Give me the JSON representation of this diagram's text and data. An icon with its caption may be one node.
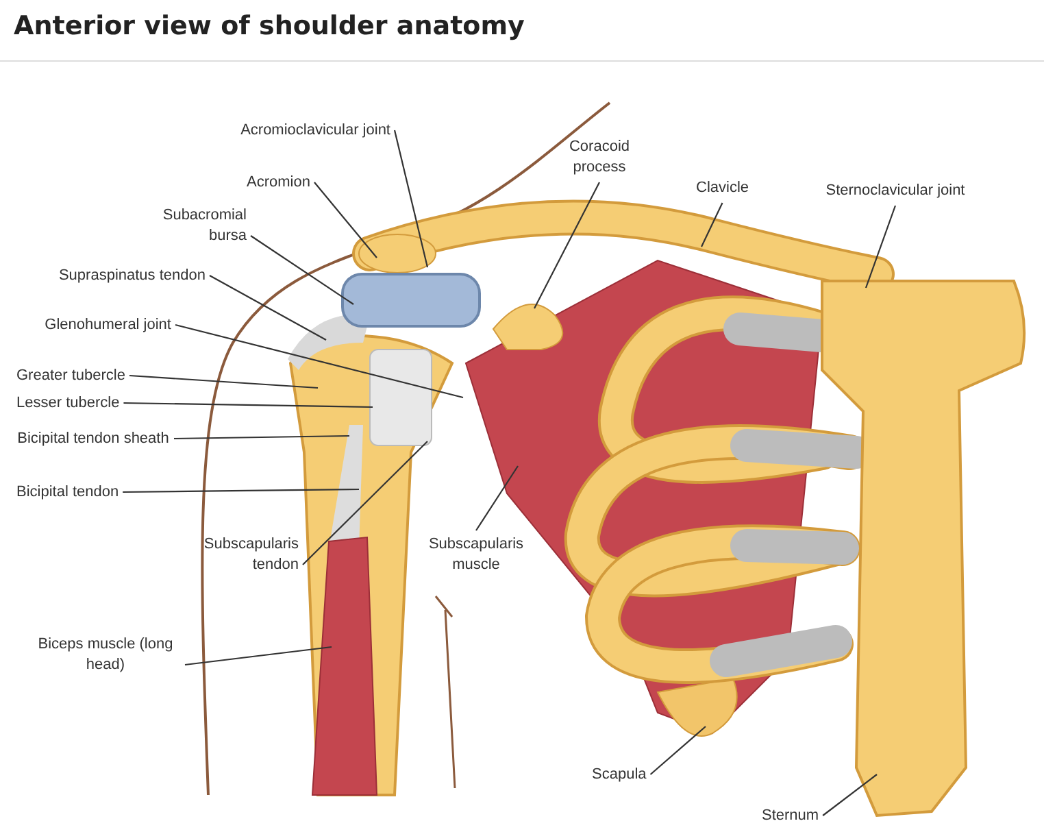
{
  "diagram": {
    "title": "Anterior view of shoulder anatomy",
    "nodes": [
      {
        "text": [
          "Acromioclavicular joint"
        ]
      },
      {
        "text": [
          "Acromion"
        ]
      },
      {
        "text": [
          "Subacromial bursa"
        ]
      },
      {
        "text": [
          "Supraspinatus tendon"
        ]
      },
      {
        "text": [
          "Glenohumeral joint"
        ]
      },
      {
        "text": [
          "Greater tubercle"
        ]
      },
      {
        "text": [
          "Lesser tubercle"
        ]
      },
      {
        "text": [
          "Bicipital tendon sheath"
        ]
      },
      {
        "text": [
          "Bicipital tendon"
        ]
      },
      {
        "text": [
          "Subscapularis tendon"
        ]
      },
      {
        "text": [
          "Subscapularis muscle"
        ]
      },
      {
        "text": [
          "Biceps muscle (long head)"
        ]
      },
      {
        "text": [
          "Coracoid process"
        ]
      },
      {
        "text": [
          "Clavicle"
        ]
      },
      {
        "text": [
          "Sternoclavicular joint"
        ]
      },
      {
        "text": [
          "Scapula"
        ]
      },
      {
        "text": [
          "Sternum"
        ]
      }
    ],
    "edges": [
      {
        "from": 0,
        "to": null,
        "arrow": "none"
      },
      {
        "from": 1,
        "to": null,
        "arrow": "none"
      },
      {
        "from": 2,
        "to": null,
        "arrow": "none"
      },
      {
        "from": 3,
        "to": null,
        "arrow": "none"
      },
      {
        "from": 4,
        "to": null,
        "arrow": "none"
      },
      {
        "from": 5,
        "to": null,
        "arrow": "none"
      },
      {
        "from": 6,
        "to": null,
        "arrow": "none"
      },
      {
        "from": 7,
        "to": null,
        "arrow": "none"
      },
      {
        "from": 8,
        "to": null,
        "arrow": "none"
      },
      {
        "from": 9,
        "to": null,
        "arrow": "none"
      },
      {
        "from": 10,
        "to": null,
        "arrow": "none"
      },
      {
        "from": 11,
        "to": null,
        "arrow": "none"
      },
      {
        "from": 12,
        "to": null,
        "arrow": "none"
      },
      {
        "from": 13,
        "to": null,
        "arrow": "none"
      },
      {
        "from": 14,
        "to": null,
        "arrow": "none"
      },
      {
        "from": 15,
        "to": null,
        "arrow": "none"
      },
      {
        "from": 16,
        "to": null,
        "arrow": "none"
      }
    ]
  }
}
